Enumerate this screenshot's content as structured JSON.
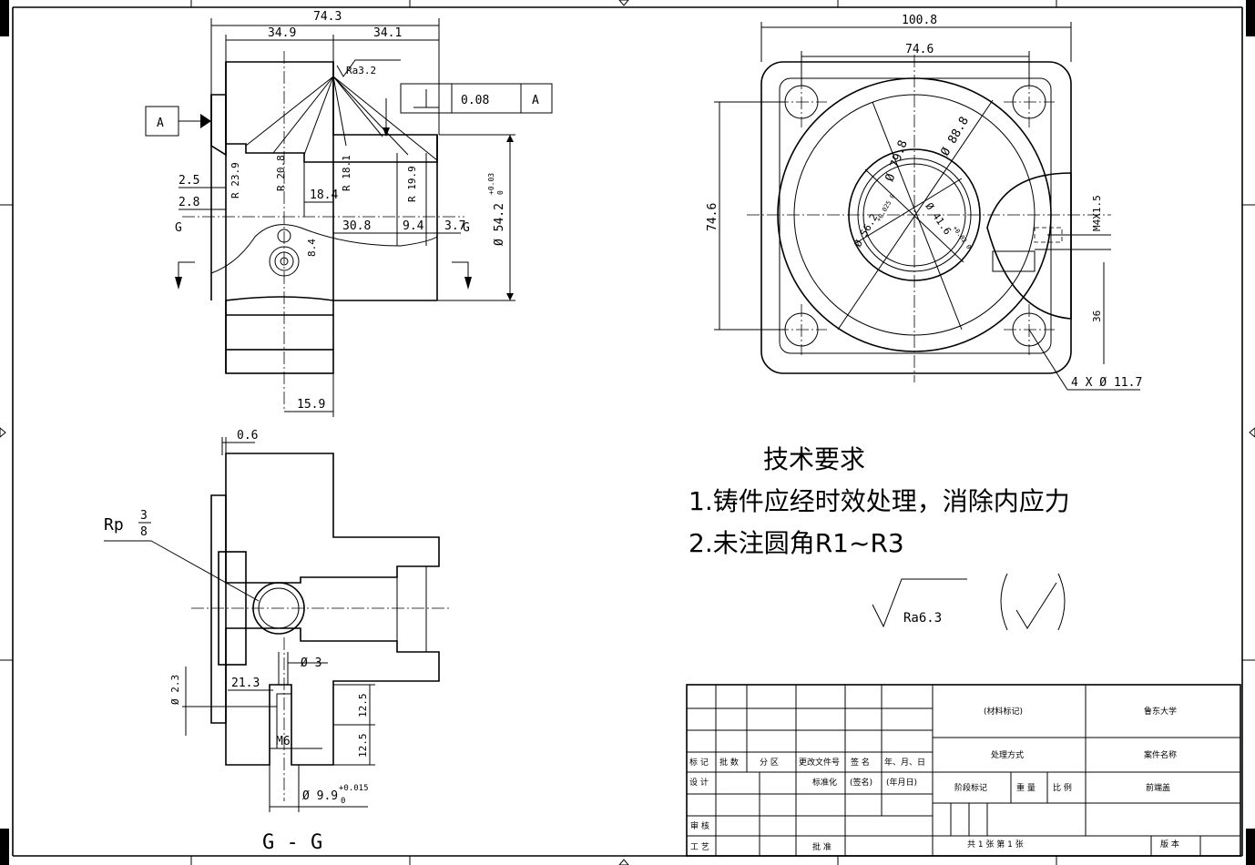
{
  "front_view": {
    "dims": {
      "overall_width": "74.3",
      "left_width": "34.9",
      "right_width": "34.1",
      "roughness": "Ra3.2",
      "tol_value": "0.08",
      "tol_datum": "A",
      "datum_label": "A",
      "offset_a": "2.5",
      "offset_b": "2.8",
      "r_a": "R 23.9",
      "r_b": "R 20.8",
      "len_184": "18.4",
      "r_c": "R 18.1",
      "r_d": "R 19.9",
      "len_308": "30.8",
      "len_94": "9.4",
      "len_37": "3.7",
      "len_84": "8.4",
      "bore": "Ø 54.2",
      "bore_tol_up": "+0.03",
      "bore_tol_low": "0",
      "bottom_len": "15.9",
      "cut_left": "G",
      "cut_right": "G"
    }
  },
  "top_view": {
    "dims": {
      "width": "100.8",
      "hole_spacing": "74.6",
      "height": "74.6",
      "dia_outer": "Ø 88.8",
      "dia_mid": "Ø 79.8",
      "dia_a": "Ø 56.2",
      "dia_a_tol": "+0.025 0",
      "dia_b": "Ø 41.6",
      "dia_b_tol": "+0.02 0",
      "thread": "M4X1.5",
      "depth": "36",
      "holes": "4 X Ø 11.7"
    }
  },
  "section_view": {
    "dims": {
      "gap": "0.6",
      "rp_prefix": "Rp",
      "rp_num": "3",
      "rp_den": "8",
      "d23": "Ø 2.3",
      "d3": "Ø 3",
      "len_213": "21.3",
      "thread": "M6",
      "len_125a": "12.5",
      "len_125b": "12.5",
      "d99": "Ø 9.9",
      "d99_tol_up": "+0.015",
      "d99_tol_low": "0"
    },
    "label": "G - G"
  },
  "notes": {
    "title": "技术要求",
    "line1": "1.铸件应经时效处理，消除内应力",
    "line2": "2.未注圆角R1~R3",
    "roughness": "Ra6.3"
  },
  "title_block": {
    "material": "(材料标记)",
    "school": "鲁东大学",
    "treatment": "处理方式",
    "part_name_label": "案件名称",
    "part_name": "前端盖",
    "row_labels": [
      "标 记",
      "批 数",
      "分 区",
      "更改文件号",
      "签 名",
      "年、月、日"
    ],
    "design": "设 计",
    "standard": "标准化",
    "sign": "(签名)",
    "date": "(年月日)",
    "stage": "阶段标记",
    "weight": "重 量",
    "scale": "比 例",
    "review": "审 核",
    "process": "工 艺",
    "approve": "批 准",
    "sheets": "共 1 张   第 1 张",
    "version": "版 本"
  }
}
